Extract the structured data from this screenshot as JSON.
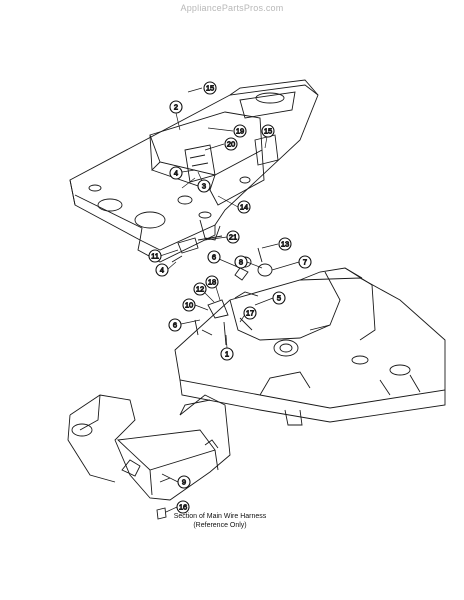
{
  "watermark": "AppliancePartsPros.com",
  "caption": {
    "line1": "Section of Main Wire Harness",
    "line2": "(Reference Only)"
  },
  "callouts": [
    "15",
    "2",
    "19",
    "20",
    "15",
    "4",
    "3",
    "14",
    "21",
    "13",
    "11",
    "4",
    "6",
    "8",
    "7",
    "18",
    "12",
    "5",
    "10",
    "17",
    "6",
    "1",
    "9",
    "16"
  ]
}
